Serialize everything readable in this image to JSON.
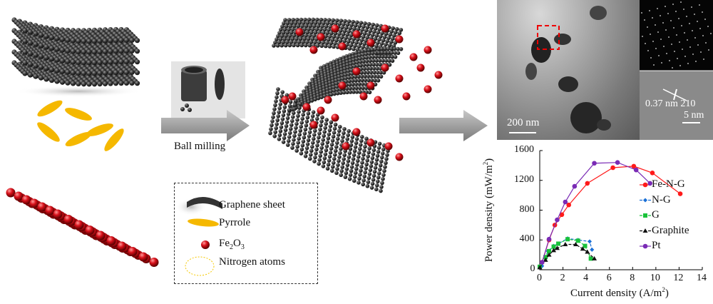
{
  "process": {
    "step_label": "Ball milling"
  },
  "legend": {
    "items": [
      {
        "label": "Graphene sheet"
      },
      {
        "label": "Pyrrole"
      },
      {
        "label": "Fe",
        "sub1": "2",
        "mid": "O",
        "sub2": "3"
      },
      {
        "label": "Nitrogen atoms"
      }
    ]
  },
  "tem": {
    "scale_main": "200 nm",
    "lattice_spacing": "0.37 nm",
    "plane": "210",
    "scale_inset": "5 nm"
  },
  "colors": {
    "graphene": "#3a3a3a",
    "fe2o3": "#d0101a",
    "pyrrole": "#f5b800",
    "arrow": "#8c8c8c"
  },
  "chart_data": {
    "type": "line",
    "xlabel": "Current density (A/m",
    "xlabel_sup": "2",
    "xlabel_end": ")",
    "ylabel": "Power density (mW/m",
    "ylabel_sup": "2",
    "ylabel_end": ")",
    "xlim": [
      0,
      14
    ],
    "ylim": [
      0,
      1600
    ],
    "xticks": [
      "0",
      "2",
      "4",
      "6",
      "8",
      "10",
      "12",
      "14"
    ],
    "yticks": [
      "0",
      "400",
      "800",
      "1200",
      "1600"
    ],
    "legend_position": "right",
    "series": [
      {
        "name": "Fe-N-G",
        "color": "#ff1a1a",
        "marker": "circle",
        "dash": "",
        "x": [
          0.2,
          0.8,
          1.3,
          1.9,
          2.5,
          4.1,
          6.3,
          8.1,
          9.7,
          12.1
        ],
        "y": [
          100,
          400,
          600,
          740,
          870,
          1160,
          1370,
          1390,
          1300,
          1020
        ]
      },
      {
        "name": "N-G",
        "color": "#1a6fd6",
        "marker": "diamond",
        "dash": "4,2",
        "x": [
          0.2,
          0.7,
          1.2,
          1.6,
          2.4,
          3.3,
          4.3,
          4.5
        ],
        "y": [
          50,
          250,
          320,
          350,
          420,
          400,
          380,
          270
        ]
      },
      {
        "name": "G",
        "color": "#19c23a",
        "marker": "square",
        "dash": "4,2",
        "x": [
          0,
          0.5,
          0.8,
          1.2,
          1.6,
          2.4,
          3.3,
          3.9,
          4.4
        ],
        "y": [
          40,
          170,
          250,
          310,
          350,
          410,
          390,
          320,
          150
        ]
      },
      {
        "name": "Graphite",
        "color": "#111111",
        "marker": "triangle",
        "dash": "4,2",
        "x": [
          0,
          0.5,
          0.8,
          1.2,
          1.5,
          2.2,
          3.1,
          3.7,
          4.1,
          4.7
        ],
        "y": [
          30,
          130,
          200,
          260,
          290,
          340,
          340,
          280,
          240,
          150
        ]
      },
      {
        "name": "Pt",
        "color": "#7a2bb5",
        "marker": "circle",
        "dash": "",
        "x": [
          0.2,
          0.8,
          1.5,
          2.2,
          3.0,
          4.7,
          6.7,
          8.3,
          9.5
        ],
        "y": [
          100,
          410,
          670,
          910,
          1120,
          1430,
          1440,
          1340,
          1160
        ]
      }
    ]
  }
}
